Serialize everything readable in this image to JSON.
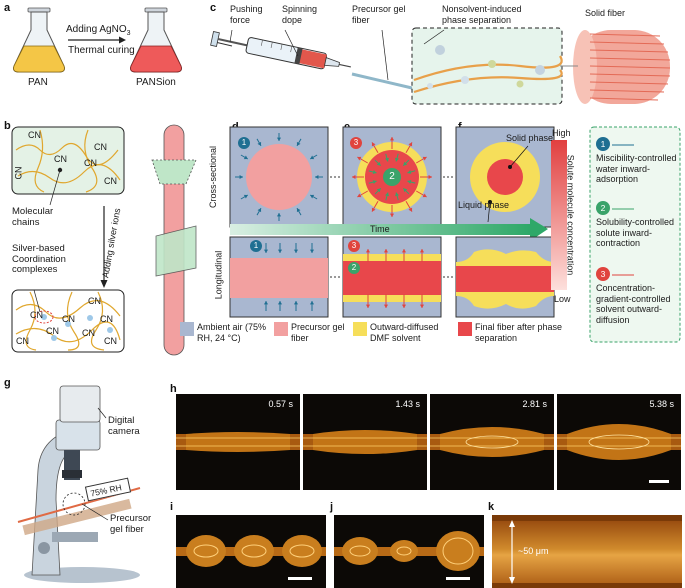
{
  "panel_labels": {
    "a": "a",
    "b": "b",
    "c": "c",
    "d": "d",
    "e": "e",
    "f": "f",
    "g": "g",
    "h": "h",
    "i": "i",
    "j": "j",
    "k": "k"
  },
  "panel_a": {
    "left_flask": "PAN",
    "right_flask": "PANSion",
    "step1": "Adding AgNO",
    "step1_sub": "3",
    "step2": "Thermal curing"
  },
  "panel_b": {
    "cn": "CN",
    "molecular_chains": "Molecular chains",
    "silver_complexes": "Silver-based Coordination complexes",
    "adding_silver_ions": "Adding silver ions"
  },
  "panel_c": {
    "pushing_force": "Pushing force",
    "spinning_dope": "Spinning dope",
    "precursor_gel_fiber": "Precursor gel fiber",
    "nonsolvent_phase_sep": "Nonsolvent-induced phase separation",
    "solid_fiber": "Solid fiber"
  },
  "panel_def": {
    "cross_sectional": "Cross-sectional",
    "longitudinal": "Longitudinal",
    "time": "Time",
    "solid_phase": "Solid phase",
    "liquid_phase": "Liquid phase",
    "concentration_axis": "Solute molecule concentration",
    "high": "High",
    "low": "Low",
    "n1": "1",
    "n2": "2",
    "n3": "3"
  },
  "mechanisms": [
    {
      "num": "1",
      "text": "Miscibility-controlled water inward-adsorption",
      "color": "#1f6f92"
    },
    {
      "num": "2",
      "text": "Solubility-controlled solute inward-contraction",
      "color": "#3aa36a"
    },
    {
      "num": "3",
      "text": "Concentration-gradient-controlled solvent outward-diffusion",
      "color": "#e0443e"
    }
  ],
  "legend": [
    {
      "text": "Ambient air (75% RH, 24 °C)",
      "color": "#a9b7d0"
    },
    {
      "text": "Precursor gel fiber",
      "color": "#f2a0a0"
    },
    {
      "text": "Outward-diffused DMF solvent",
      "color": "#f6de5a"
    },
    {
      "text": "Final fiber after phase separation",
      "color": "#e8474b"
    }
  ],
  "panel_g": {
    "digital_camera": "Digital camera",
    "rh": "75% RH",
    "precursor_gel_fiber": "Precursor gel fiber"
  },
  "panel_h": {
    "times": [
      "0.57 s",
      "1.43 s",
      "2.81 s",
      "5.38 s"
    ]
  },
  "panel_k": {
    "width_label": "~50 μm"
  }
}
